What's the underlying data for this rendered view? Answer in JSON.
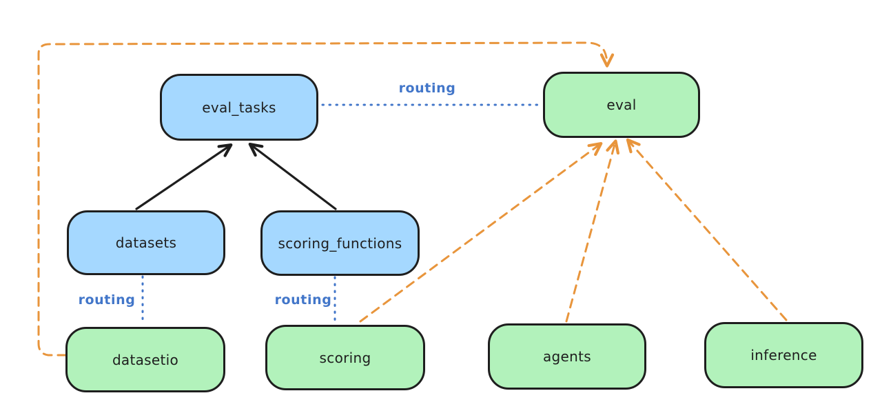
{
  "colors": {
    "background": "#ffffff",
    "blue_fill": "#a5d8ff",
    "green_fill": "#b2f2bb",
    "stroke": "#1e1e1e",
    "orange_accent": "#e8953c",
    "blue_accent": "#4276c9"
  },
  "nodes": {
    "eval_tasks": {
      "label": "eval_tasks",
      "color": "blue"
    },
    "eval": {
      "label": "eval",
      "color": "green"
    },
    "datasets": {
      "label": "datasets",
      "color": "blue"
    },
    "scoring_functions": {
      "label": "scoring_functions",
      "color": "blue"
    },
    "datasetio": {
      "label": "datasetio",
      "color": "green"
    },
    "scoring": {
      "label": "scoring",
      "color": "green"
    },
    "agents": {
      "label": "agents",
      "color": "green"
    },
    "inference": {
      "label": "inference",
      "color": "green"
    }
  },
  "edges": {
    "items": [
      {
        "from": "datasets",
        "to": "eval_tasks",
        "style": "solid-black-arrow",
        "label": ""
      },
      {
        "from": "scoring_functions",
        "to": "eval_tasks",
        "style": "solid-black-arrow",
        "label": ""
      },
      {
        "from": "eval_tasks",
        "to": "eval",
        "style": "dotted-blue",
        "label": "routing"
      },
      {
        "from": "datasets",
        "to": "datasetio",
        "style": "dotted-blue",
        "label": "routing"
      },
      {
        "from": "scoring_functions",
        "to": "scoring",
        "style": "dotted-blue",
        "label": "routing"
      },
      {
        "from": "datasetio",
        "to": "eval",
        "style": "dashed-orange-arrow",
        "label": ""
      },
      {
        "from": "scoring",
        "to": "eval",
        "style": "dashed-orange-arrow",
        "label": ""
      },
      {
        "from": "agents",
        "to": "eval",
        "style": "dashed-orange-arrow",
        "label": ""
      },
      {
        "from": "inference",
        "to": "eval",
        "style": "dashed-orange-arrow",
        "label": ""
      }
    ]
  }
}
